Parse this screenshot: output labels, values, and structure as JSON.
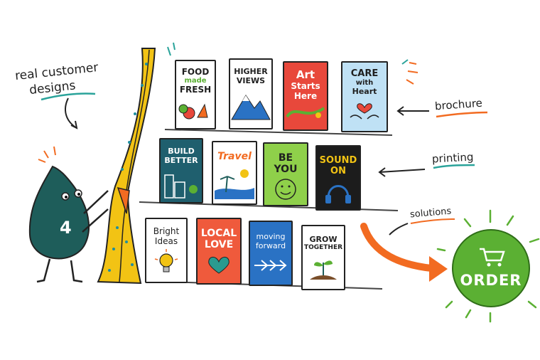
{
  "labels": {
    "real_customer_designs_line1": "real customer",
    "real_customer_designs_line2": "designs",
    "brochure": "brochure",
    "printing": "printing",
    "solutions": "solutions"
  },
  "mascot": {
    "number": "4"
  },
  "shelves": [
    {
      "books": [
        {
          "lines": [
            "FOOD",
            "made",
            "FRESH"
          ],
          "bg": "#ffffff"
        },
        {
          "lines": [
            "HIGHER",
            "VIEWS"
          ],
          "bg": "#ffffff"
        },
        {
          "lines": [
            "Art",
            "Starts",
            "Here"
          ],
          "bg": "#e8483b"
        },
        {
          "lines": [
            "CARE",
            "with",
            "Heart"
          ],
          "bg": "#bfe1f5"
        }
      ]
    },
    {
      "books": [
        {
          "lines": [
            "BUILD",
            "BETTER"
          ],
          "bg": "#1f5f6e"
        },
        {
          "lines": [
            "Travel"
          ],
          "bg": "#ffffff"
        },
        {
          "lines": [
            "BE",
            "YOU"
          ],
          "bg": "#8fd04a"
        },
        {
          "lines": [
            "SOUND",
            "ON"
          ],
          "bg": "#1c1c1c"
        }
      ]
    },
    {
      "books": [
        {
          "lines": [
            "Bright",
            "Ideas"
          ],
          "bg": "#ffffff"
        },
        {
          "lines": [
            "LOCAL",
            "LOVE"
          ],
          "bg": "#ef5a3c"
        },
        {
          "lines": [
            "moving",
            "forward"
          ],
          "bg": "#2a72c4"
        },
        {
          "lines": [
            "GROW",
            "TOGETHER"
          ],
          "bg": "#ffffff"
        }
      ]
    }
  ],
  "order_button": {
    "label": "ORDER"
  },
  "colors": {
    "accent_orange": "#f26b21",
    "accent_green": "#5bb033",
    "teal_underline": "#2aa39a",
    "mascot": "#1e5d5a",
    "curtain": "#f2c314"
  },
  "icons": [
    "cart-icon",
    "arrow-icon",
    "curtain-icon",
    "mascot-icon",
    "lightbulb-icon",
    "heart-icon",
    "headphones-icon",
    "sprout-icon",
    "sun-icon",
    "mountain-icon"
  ]
}
